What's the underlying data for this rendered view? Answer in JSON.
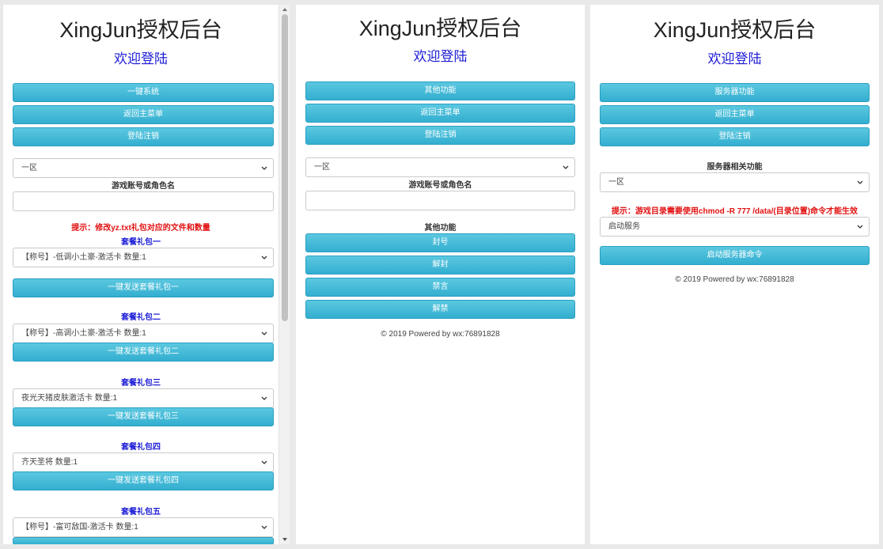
{
  "app_title": "XingJun授权后台",
  "welcome": "欢迎登陆",
  "panel1": {
    "buttons": [
      "一键系统",
      "返回主菜单",
      "登陆注销"
    ],
    "region_select": "一区",
    "account_label": "游戏账号或角色名",
    "account_value": "",
    "hint": "提示：修改yz.txt礼包对应的文件和数量",
    "packages": [
      {
        "title": "套餐礼包一",
        "select": "【称号】-低调小土豪-激活卡 数量:1",
        "button": "一键发送套餐礼包一"
      },
      {
        "title": "套餐礼包二",
        "select": "【称号】-高调小土豪-激活卡 数量:1",
        "button": "一键发送套餐礼包二"
      },
      {
        "title": "套餐礼包三",
        "select": "夜光天猪皮肤激活卡 数量:1",
        "button": "一键发送套餐礼包三"
      },
      {
        "title": "套餐礼包四",
        "select": "齐天圣将 数量:1",
        "button": "一键发送套餐礼包四"
      },
      {
        "title": "套餐礼包五",
        "select": "【称号】-富可敌国-激活卡 数量:1"
      }
    ]
  },
  "panel2": {
    "buttons": [
      "其他功能",
      "返回主菜单",
      "登陆注销"
    ],
    "region_select": "一区",
    "account_label": "游戏账号或角色名",
    "account_value": "",
    "section_label": "其他功能",
    "actions": [
      "封号",
      "解封",
      "禁言",
      "解禁"
    ],
    "footer": "© 2019 Powered by wx:76891828"
  },
  "panel3": {
    "buttons": [
      "服务器功能",
      "返回主菜单",
      "登陆注销"
    ],
    "section_label": "服务器相关功能",
    "region_select": "一区",
    "hint": "提示：游戏目录需要使用chmod -R 777 /data/(目录位置)命令才能生效",
    "service_select": "启动服务",
    "action_button": "启动服务器命令",
    "footer": "© 2019 Powered by wx:76891828"
  },
  "colors": {
    "button": "#33aed0",
    "title_blue": "#1b1bd6",
    "hint_red": "#e21010"
  }
}
